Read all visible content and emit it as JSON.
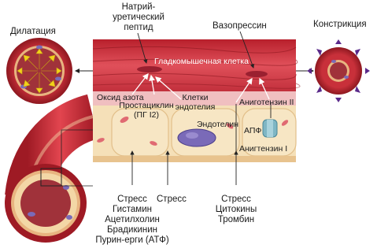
{
  "labels": {
    "dilation": "Дилатация",
    "constriction": "Констрикция",
    "natriuretic": "Натрий-\nуретический\nпептид",
    "vasopressin": "Вазопрессин",
    "smooth_muscle": "Гладкомышечная клетка",
    "nitric_oxide": "Оксид азота",
    "prostacyclin": "Простациклин\n(ПГ I2)",
    "endothelial_cells": "Клетки\nэндотелия",
    "angiotensin_2": "Аниготензин II",
    "endothelin": "Эндотелин",
    "ace": "АПФ",
    "angiotensin_1": "Анигтензин I",
    "stress_left": "Стресс\nГистамин\nАцетилхолин\nБрадикинин\nПурин-ерги (АТФ)",
    "stress_mid": "Стресс",
    "stress_right": "Стресс\nЦитокины\nТромбин"
  },
  "colors": {
    "muscle": "#c8303a",
    "muscle_dark": "#8e1820",
    "endothelium": "#f5e0b8",
    "intima": "#f3d7a6",
    "arrow_purple": "#5a2a8a",
    "arrow_yellow": "#f2d21a",
    "cell_nucleus": "#7a6ab8",
    "channel": "#7fb6c4"
  }
}
